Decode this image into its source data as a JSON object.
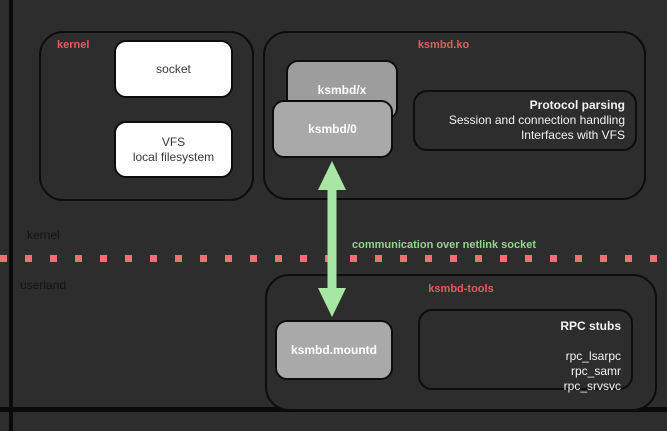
{
  "kernel_box": {
    "title": "kernel",
    "socket_label": "socket",
    "vfs_line1": "VFS",
    "vfs_line2": "local filesystem"
  },
  "ksmbd_ko_box": {
    "title": "ksmbd.ko",
    "worker_thread_back": "ksmbd/x",
    "worker_thread_front": "ksmbd/0",
    "responsibilities": [
      "Protocol parsing",
      "Session and connection handling",
      "Interfaces with VFS"
    ]
  },
  "boundary": {
    "kernel_label": "kernel",
    "userland_label": "userland",
    "channel_label": "communication over netlink socket"
  },
  "ksmbd_tools_box": {
    "title": "ksmbd-tools",
    "daemon_label": "ksmbd.mountd",
    "rpc_title": "RPC stubs",
    "rpc_stubs": [
      "rpc_lsarpc",
      "rpc_samr",
      "rpc_srvsvc"
    ]
  },
  "colors": {
    "background": "#2d2d2d",
    "box_border": "#0d0d0d",
    "label_red": "#e25c5c",
    "dot_red": "#f47070",
    "arrow_green": "#a8e6a3",
    "channel_green": "#8fd68a",
    "thread_gray": "#a9a9a9",
    "thread_gray_back": "#9d9d9d",
    "white_box": "#ffffff"
  }
}
